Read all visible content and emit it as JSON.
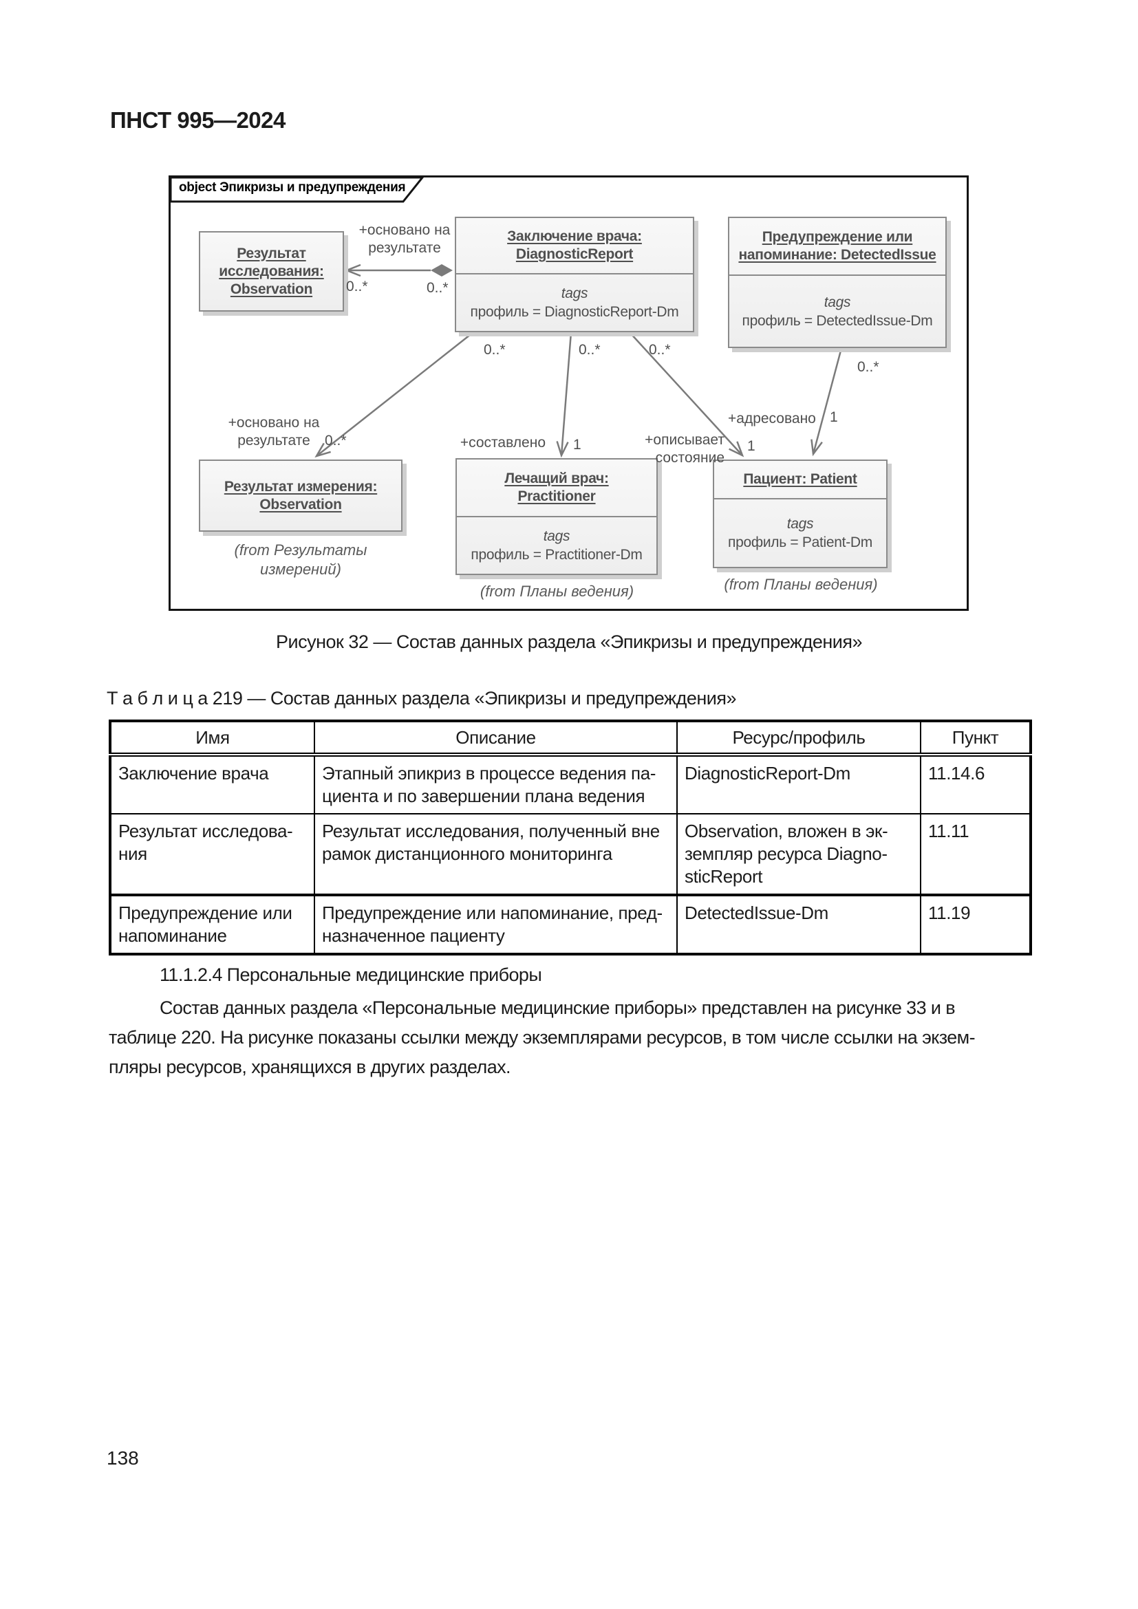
{
  "page": {
    "header": "ПНСТ 995—2024",
    "page_number": "138"
  },
  "figure": {
    "frame_label": "object Эпикризы и предупреждения",
    "caption": "Рисунок 32 — Состав данных раздела «Эпикризы и предупреждения»",
    "boxes": {
      "research_result": {
        "title": "Результат\nисследования:\nObservation"
      },
      "diagnostic_report": {
        "title": "Заключение врача:\nDiagnosticReport",
        "tags_label": "tags",
        "tag_value": "профиль = DiagnosticReport-Dm"
      },
      "detected_issue": {
        "title": "Предупреждение или\nнапоминание: DetectedIssue",
        "tags_label": "tags",
        "tag_value": "профиль = DetectedIssue-Dm"
      },
      "measurement_result": {
        "title": "Результат измерения:\nObservation",
        "from_note": "(from Результаты\nизмерений)"
      },
      "practitioner": {
        "title": "Лечащий врач:\nPractitioner",
        "tags_label": "tags",
        "tag_value": "профиль = Practitioner-Dm",
        "from_note": "(from Планы ведения)"
      },
      "patient": {
        "title": "Пациент: Patient",
        "tags_label": "tags",
        "tag_value": "профиль = Patient-Dm",
        "from_note": "(from Планы ведения)"
      }
    },
    "labels": {
      "based_on_result_top": "+основано на\nрезультате",
      "mult_top_target": "0..*",
      "mult_top_source": "0..*",
      "mult_a_source": "0..*",
      "mult_b_source": "0..*",
      "mult_c_source": "0..*",
      "mult_d_source": "0..*",
      "based_on_result_bottom": "+основано на\nрезультате",
      "mult_a_target": "0..*",
      "composed_by": "+составлено",
      "mult_b_target": "1",
      "describes_state": "+описывает состояние",
      "mult_c_target": "1",
      "addressed_to": "+адресовано",
      "mult_d_target": "1"
    }
  },
  "table": {
    "title": "Т а б л и ц а  219 — Состав данных раздела «Эпикризы и предупреждения»",
    "headers": [
      "Имя",
      "Описание",
      "Ресурс/профиль",
      "Пункт"
    ],
    "rows": [
      {
        "name": "Заключение врача",
        "description": "Этапный эпикриз в процессе ведения па-\nциента и по завершении плана ведения",
        "resource": "DiagnosticReport-Dm",
        "clause": "11.14.6"
      },
      {
        "name": "Результат исследова-\nния",
        "description": "Результат исследования, полученный вне\nрамок дистанционного мониторинга",
        "resource": "Observation, вложен в эк-\nземпляр ресурса Diagno-\nsticReport",
        "clause": "11.11"
      },
      {
        "name": "Предупреждение или\nнапоминание",
        "description": "Предупреждение или напоминание, пред-\nназначенное пациенту",
        "resource": "DetectedIssue-Dm",
        "clause": "11.19"
      }
    ]
  },
  "section": {
    "heading": "11.1.2.4 Персональные медицинские приборы",
    "paragraph": "Состав данных раздела «Персональные медицинские приборы» представлен на рисунке 33 и в\nтаблице 220. На рисунке показаны ссылки между экземплярами ресурсов, в том числе ссылки на экзем-\nпляры ресурсов, хранящихся в других разделах."
  }
}
